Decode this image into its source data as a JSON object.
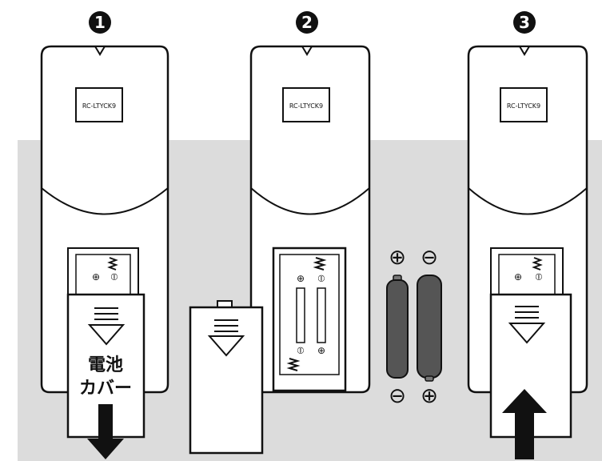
{
  "steps": [
    {
      "number": "1",
      "model_label": "RC-LTYCK9"
    },
    {
      "number": "2",
      "model_label": "RC-LTYCK9"
    },
    {
      "number": "3",
      "model_label": "RC-LTYCK9"
    }
  ],
  "cover_label": {
    "line1": "電池",
    "line2": "カバー"
  },
  "battery_terminals": {
    "plus": "⊕",
    "minus": "⊖",
    "spring": "⦶"
  },
  "colors": {
    "background_band": "#dcdcdc",
    "outline": "#111111",
    "battery_body": "#555555"
  }
}
